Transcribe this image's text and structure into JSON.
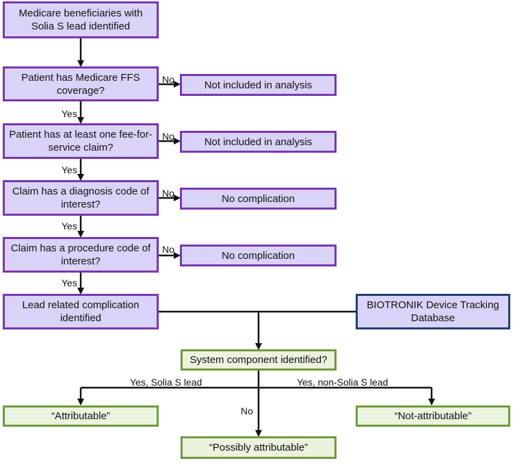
{
  "nodes": {
    "start": "Medicare beneficiaries with Solia S lead identified",
    "q_ffs": "Patient has Medicare FFS coverage?",
    "not_included_1": "Not included in analysis",
    "q_claim": "Patient has at least one fee-for-service claim?",
    "not_included_2": "Not included in analysis",
    "q_diagnosis": "Claim has a diagnosis code of interest?",
    "no_complication_1": "No complication",
    "q_procedure": "Claim has a procedure code of interest?",
    "no_complication_2": "No complication",
    "lead_complication": "Lead related complication identified",
    "tracking_db": "BIOTRONIK Device Tracking Database",
    "q_component": "System component identified?",
    "attributable": "“Attributable”",
    "possibly_attributable": "“Possibly attributable”",
    "not_attributable": "“Not-attributable”"
  },
  "edge_labels": {
    "no_1": "No",
    "yes_1": "Yes",
    "no_2": "No",
    "yes_2": "Yes",
    "no_3": "No",
    "yes_3": "Yes",
    "no_4": "No",
    "yes_4": "Yes",
    "yes_solia": "Yes, Solia S lead",
    "no_component": "No",
    "yes_non_solia": "Yes, non-Solia S lead"
  }
}
